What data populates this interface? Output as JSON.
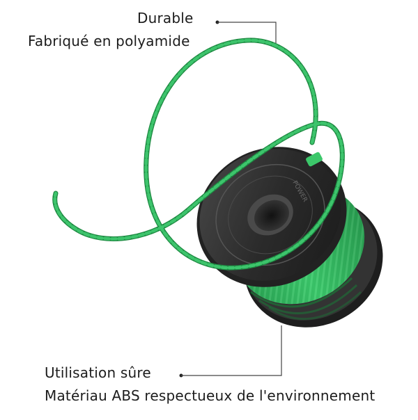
{
  "callouts": {
    "top": {
      "title": "Durable",
      "subtitle": "Fabriqué en polyamide"
    },
    "bottom": {
      "title": "Utilisation sûre",
      "subtitle": "Matériau ABS respectueux de l'environnement"
    }
  },
  "spool_imprint": "POWER",
  "colors": {
    "line_green": "#2fb35a",
    "line_dark": "#1e8a42",
    "spool_black": "#2a2a2a",
    "spool_rim": "#3a3a3a",
    "text": "#1c1c1c"
  }
}
